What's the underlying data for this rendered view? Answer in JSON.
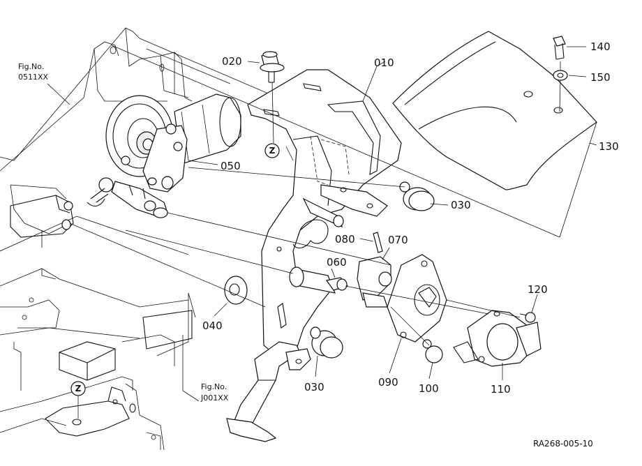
{
  "callouts": {
    "p010": "010",
    "p020": "020",
    "p030a": "030",
    "p030b": "030",
    "p040": "040",
    "p050": "050",
    "p060": "060",
    "p070": "070",
    "p080": "080",
    "p090": "090",
    "p100": "100",
    "p110": "110",
    "p120": "120",
    "p130": "130",
    "p140": "140",
    "p150": "150"
  },
  "figure_refs": {
    "top_left": {
      "line1": "Fig.No.",
      "line2": "0511XX"
    },
    "bottom_middle": {
      "line1": "Fig.No.",
      "line2": "J001XX"
    }
  },
  "markers": {
    "z_upper": "Z",
    "z_lower": "Z"
  },
  "drawing_code": "RA268-005-10"
}
